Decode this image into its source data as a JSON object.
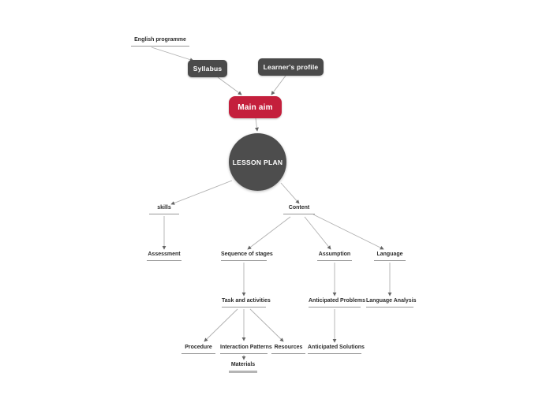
{
  "diagram": {
    "type": "mind-map",
    "root_label": "LESSON PLAN",
    "background": "#ffffff"
  },
  "colors": {
    "node_dark": "#4a4a4a",
    "node_accent_red": "#c41f3c",
    "node_text": "#ffffff",
    "label_text": "#2b2b2b",
    "label_underline": "#999999",
    "selected_underline": "#b5b5b5",
    "connector": "#b0b0b0",
    "arrowhead": "#666666"
  },
  "nodes": {
    "english_programme": {
      "label": "English programme",
      "kind": "underlined-label"
    },
    "syllabus": {
      "label": "Syllabus",
      "kind": "dark-box"
    },
    "learners_profile": {
      "label": "Learner's profile",
      "kind": "dark-box"
    },
    "main_aim": {
      "label": "Main aim",
      "kind": "red-box"
    },
    "lesson_plan": {
      "label": "LESSON PLAN",
      "kind": "circle-root"
    },
    "skills": {
      "label": "skills",
      "kind": "underlined-label"
    },
    "content": {
      "label": "Content",
      "kind": "underlined-label"
    },
    "assessment": {
      "label": "Assessment",
      "kind": "underlined-label"
    },
    "sequence_of_stages": {
      "label": "Sequence of stages",
      "kind": "underlined-label"
    },
    "assumption": {
      "label": "Assumption",
      "kind": "underlined-label"
    },
    "language": {
      "label": "Language",
      "kind": "underlined-label"
    },
    "task_and_activities": {
      "label": "Task and activities",
      "kind": "underlined-label"
    },
    "anticipated_problems": {
      "label": "Anticipated Problems",
      "kind": "underlined-label"
    },
    "language_analysis": {
      "label": "Language Analysis",
      "kind": "underlined-label"
    },
    "procedure": {
      "label": "Procedure",
      "kind": "underlined-label"
    },
    "interaction_patterns": {
      "label": "Interaction Patterns",
      "kind": "underlined-label"
    },
    "resources": {
      "label": "Resources",
      "kind": "underlined-label"
    },
    "anticipated_solutions": {
      "label": "Anticipated Solutions",
      "kind": "underlined-label"
    },
    "materials": {
      "label": "Materials",
      "kind": "underlined-label-selected"
    }
  },
  "edges": [
    {
      "from": "English programme",
      "to": "Syllabus"
    },
    {
      "from": "Syllabus",
      "to": "Main aim"
    },
    {
      "from": "Learner's profile",
      "to": "Main aim"
    },
    {
      "from": "Main aim",
      "to": "LESSON PLAN"
    },
    {
      "from": "LESSON PLAN",
      "to": "skills"
    },
    {
      "from": "LESSON PLAN",
      "to": "Content"
    },
    {
      "from": "skills",
      "to": "Assessment"
    },
    {
      "from": "Content",
      "to": "Sequence of stages"
    },
    {
      "from": "Content",
      "to": "Assumption"
    },
    {
      "from": "Content",
      "to": "Language"
    },
    {
      "from": "Sequence of stages",
      "to": "Task and activities"
    },
    {
      "from": "Assumption",
      "to": "Anticipated Problems"
    },
    {
      "from": "Language",
      "to": "Language Analysis"
    },
    {
      "from": "Task and activities",
      "to": "Procedure"
    },
    {
      "from": "Task and activities",
      "to": "Interaction Patterns"
    },
    {
      "from": "Task and activities",
      "to": "Resources"
    },
    {
      "from": "Interaction Patterns",
      "to": "Materials"
    },
    {
      "from": "Anticipated Problems",
      "to": "Anticipated Solutions"
    }
  ]
}
